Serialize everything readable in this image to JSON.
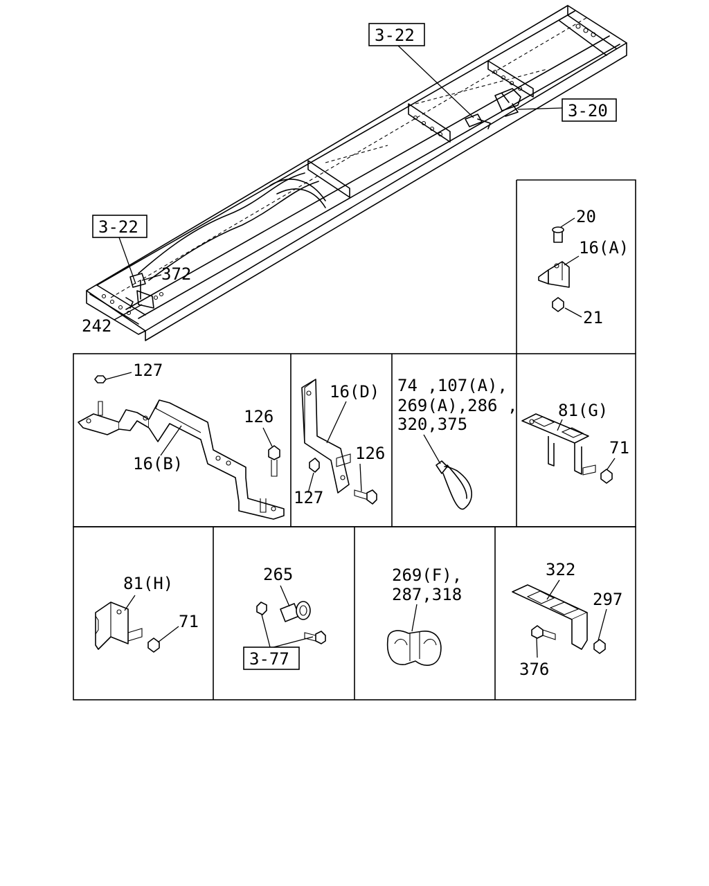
{
  "refs": {
    "ref_3_22_top": "3-22",
    "ref_3_20": "3-20",
    "ref_3_22_left": "3-22",
    "ref_3_77": "3-77"
  },
  "frame_callouts": {
    "c372": "372",
    "c242": "242"
  },
  "panels": {
    "p16a": {
      "c20": "20",
      "c16a": "16(A)",
      "c21": "21"
    },
    "p16b": {
      "c127": "127",
      "c126": "126",
      "c16b": "16(B)"
    },
    "p16d": {
      "c16d": "16(D)",
      "c126": "126",
      "c127": "127"
    },
    "ptie": {
      "line1": "74 ,107(A),",
      "line2": "269(A),286 ,",
      "line3": "320,375"
    },
    "p81g": {
      "c81g": "81(G)",
      "c71": "71"
    },
    "p81h": {
      "c81h": "81(H)",
      "c71": "71"
    },
    "p265": {
      "c265": "265"
    },
    "pclip": {
      "line1": "269(F),",
      "line2": "287,318"
    },
    "p322": {
      "c322": "322",
      "c297": "297",
      "c376": "376"
    }
  }
}
